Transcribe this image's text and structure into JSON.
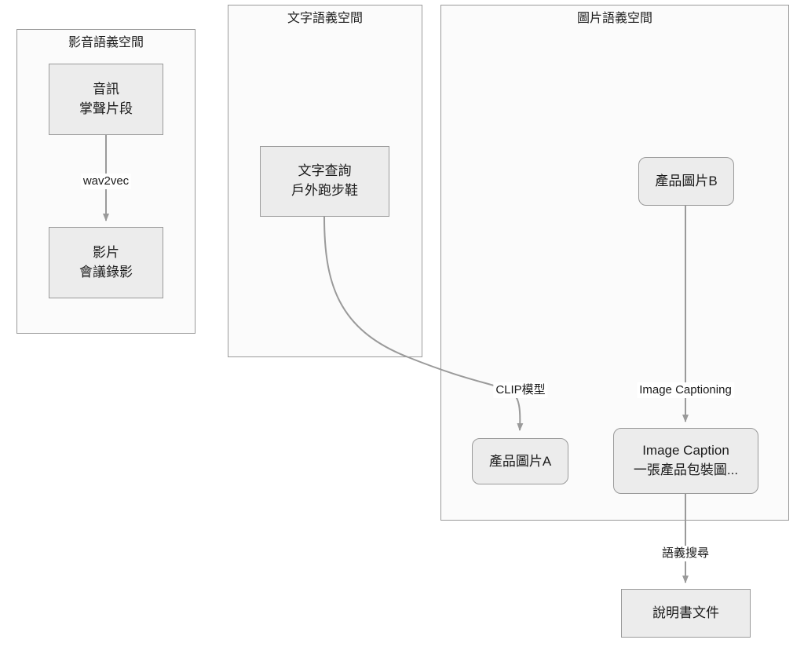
{
  "diagram": {
    "title_hidden": "",
    "groups": [
      {
        "id": "av-space",
        "label": "影音語義空間"
      },
      {
        "id": "text-space",
        "label": "文字語義空間"
      },
      {
        "id": "image-space",
        "label": "圖片語義空間"
      }
    ],
    "nodes": [
      {
        "id": "audio",
        "line1": "音訊",
        "line2": "掌聲片段"
      },
      {
        "id": "video",
        "line1": "影片",
        "line2": "會議錄影"
      },
      {
        "id": "text-query",
        "line1": "文字查詢",
        "line2": "戶外跑步鞋"
      },
      {
        "id": "product-b",
        "line1": "產品圖片B",
        "line2": ""
      },
      {
        "id": "product-a",
        "line1": "產品圖片A",
        "line2": ""
      },
      {
        "id": "image-caption",
        "line1": "Image Caption",
        "line2": "一張產品包裝圖..."
      },
      {
        "id": "manual-doc",
        "line1": "說明書文件",
        "line2": ""
      }
    ],
    "edges": [
      {
        "id": "audio-to-video",
        "label": "wav2vec"
      },
      {
        "id": "text-query-to-product-a",
        "label": "CLIP模型"
      },
      {
        "id": "product-b-to-caption",
        "label": "Image Captioning"
      },
      {
        "id": "caption-to-manual",
        "label": "語義搜尋"
      }
    ],
    "colors": {
      "node_fill": "#ececec",
      "node_stroke": "#9a9a9a",
      "group_fill": "#fbfbfb",
      "group_stroke": "#9a9a9a",
      "edge_stroke": "#9a9a9a",
      "text": "#1a1a1a",
      "canvas": "#ffffff"
    }
  }
}
